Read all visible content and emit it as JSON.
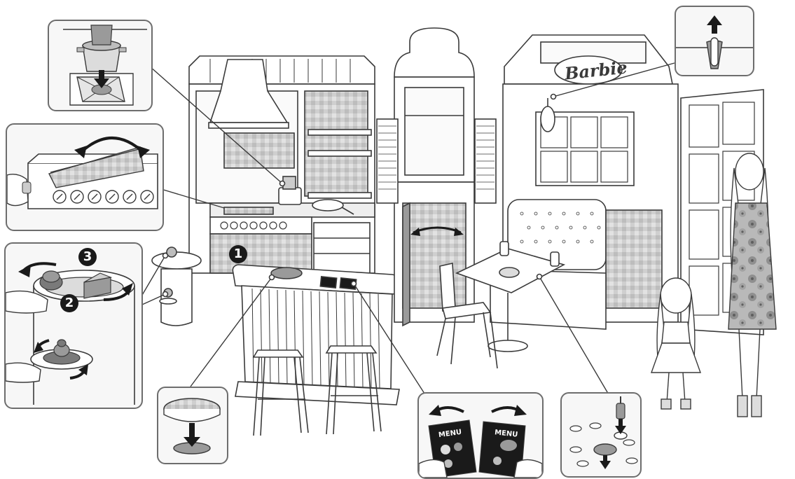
{
  "steps": {
    "step1": "1",
    "step2": "2",
    "step3": "3"
  },
  "brand": {
    "logo": "Barbie"
  },
  "menu_card": {
    "left_title": "MENU",
    "right_title": "MENU"
  },
  "colors": {
    "line": "#3a3a3a",
    "gray_fill": "#9a9a9a",
    "light_fill": "#dcdcdc",
    "badge": "#1a1a1a",
    "frame": "#6d6d6d"
  },
  "icons": {
    "rotate": "curved-double-arrow-icon",
    "push_down": "down-arrow-icon",
    "pull_up": "up-arrow-icon",
    "swing": "swing-arrow-icon"
  }
}
